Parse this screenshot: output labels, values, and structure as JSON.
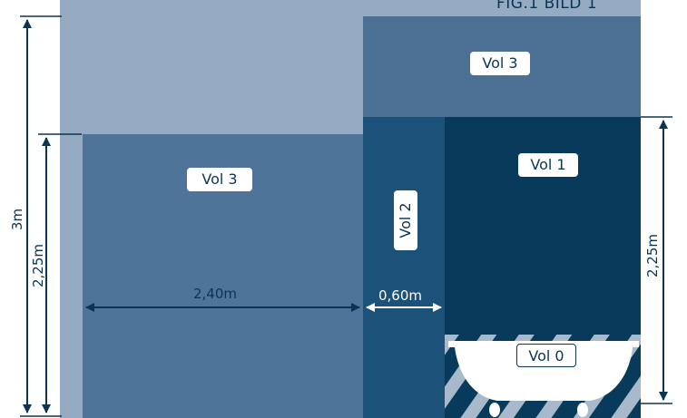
{
  "figure": {
    "title": "FIG.1   BILD 1"
  },
  "zones": {
    "vol3_left": "Vol  3",
    "vol3_top_right": "Vol 3",
    "vol2": "Vol 2",
    "vol1": "Vol 1",
    "vol0": "Vol 0"
  },
  "dimensions": {
    "total_height": "3m",
    "height_left": "2,25m",
    "height_right": "2,25m",
    "width_vol3": "2,40m",
    "width_vol2": "0,60m"
  },
  "colors": {
    "light_blue": "#95aac3",
    "mid_blue": "#4f7499",
    "vol3_top": "#4c7093",
    "vol2": "#1c5279",
    "vol1": "#083a5c",
    "dim_line": "#0b3553"
  }
}
